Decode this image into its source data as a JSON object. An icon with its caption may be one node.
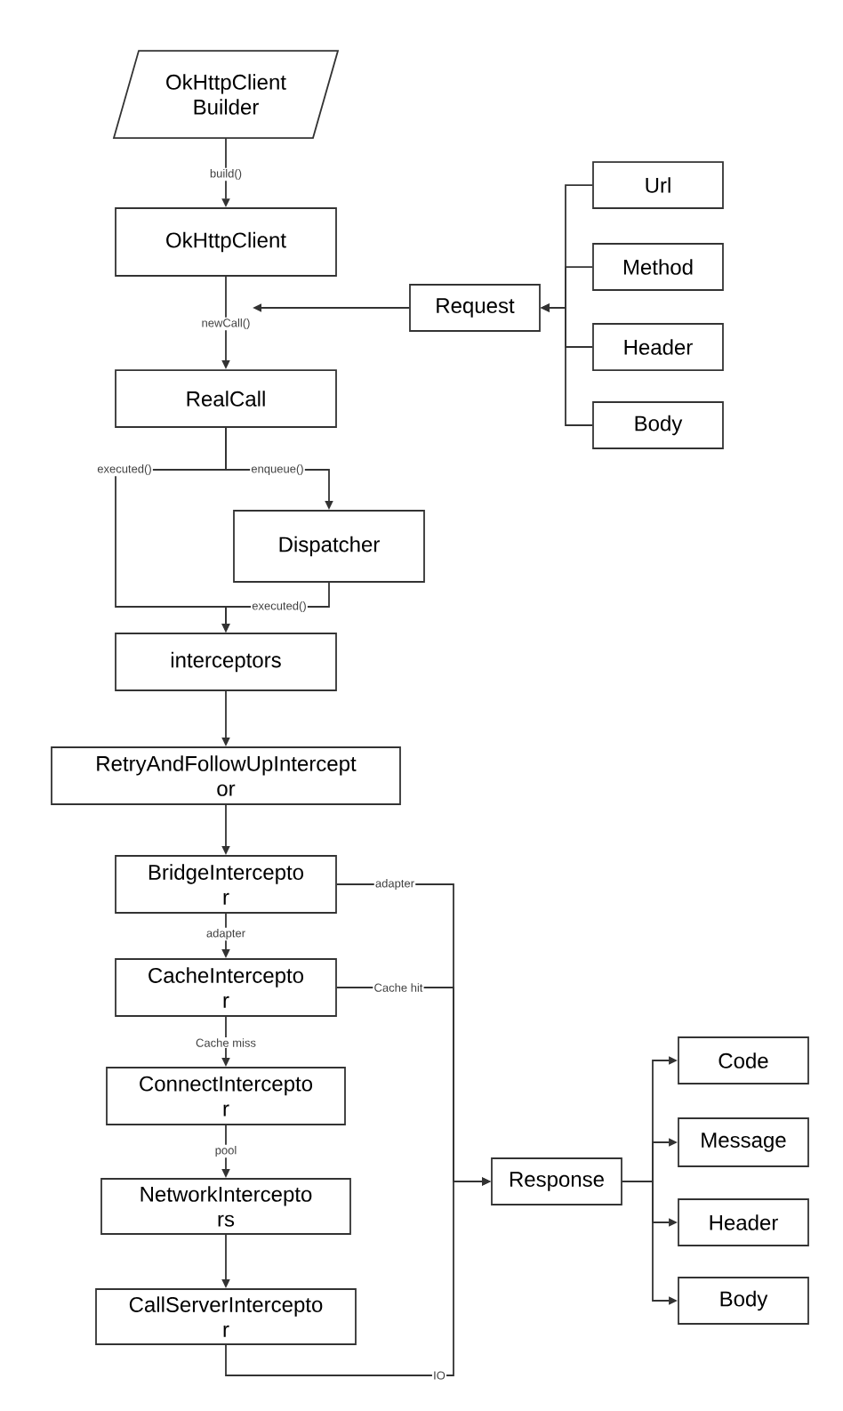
{
  "diagram": {
    "nodes": [
      {
        "text": [
          "OkHttpClient Builder"
        ]
      },
      {
        "text": [
          "OkHttpClient"
        ]
      },
      {
        "text": [
          "RealCall"
        ]
      },
      {
        "text": [
          "Request"
        ]
      },
      {
        "text": [
          "Url"
        ]
      },
      {
        "text": [
          "Method"
        ]
      },
      {
        "text": [
          "Header"
        ]
      },
      {
        "text": [
          "Body"
        ]
      },
      {
        "text": [
          "Dispatcher"
        ]
      },
      {
        "text": [
          "interceptors"
        ]
      },
      {
        "text": [
          "RetryAndFollowUpIntercept or"
        ]
      },
      {
        "text": [
          "BridgeIntercepto r"
        ]
      },
      {
        "text": [
          "CacheIntercepto r"
        ]
      },
      {
        "text": [
          "ConnectIntercepto r"
        ]
      },
      {
        "text": [
          "NetworkIntercepto rs"
        ]
      },
      {
        "text": [
          "CallServerIntercepto r"
        ]
      },
      {
        "text": [
          "Response"
        ]
      },
      {
        "text": [
          "Code"
        ]
      },
      {
        "text": [
          "Message"
        ]
      },
      {
        "text": [
          "Header"
        ]
      },
      {
        "text": [
          "Body"
        ]
      }
    ],
    "edges": [
      {
        "from": 0,
        "to": 1,
        "arrow": "to",
        "label": "build()"
      },
      {
        "from": 1,
        "to": 2,
        "arrow": "to",
        "label": "newCall()"
      },
      {
        "from": 3,
        "to": null,
        "arrow": "to"
      },
      {
        "from": 4,
        "to": 3,
        "arrow": "to"
      },
      {
        "from": 5,
        "to": 3,
        "arrow": "to"
      },
      {
        "from": 6,
        "to": 3,
        "arrow": "to"
      },
      {
        "from": 7,
        "to": 3,
        "arrow": "to"
      },
      {
        "from": 2,
        "to": 8,
        "arrow": "to",
        "label": "enqueue()"
      },
      {
        "from": 2,
        "to": 9,
        "arrow": "to",
        "label": "executed()"
      },
      {
        "from": 8,
        "to": 9,
        "arrow": "to",
        "label": "executed()"
      },
      {
        "from": 9,
        "to": 10,
        "arrow": "to"
      },
      {
        "from": 10,
        "to": 11,
        "arrow": "to"
      },
      {
        "from": 11,
        "to": 12,
        "arrow": "to",
        "label": "adapter"
      },
      {
        "from": 12,
        "to": 13,
        "arrow": "to",
        "label": "Cache miss"
      },
      {
        "from": 13,
        "to": 14,
        "arrow": "to",
        "label": "pool"
      },
      {
        "from": 14,
        "to": 15,
        "arrow": "to"
      },
      {
        "from": 11,
        "to": 16,
        "arrow": "to",
        "label": "adapter"
      },
      {
        "from": 12,
        "to": 16,
        "arrow": "to",
        "label": "Cache hit"
      },
      {
        "from": 15,
        "to": 16,
        "arrow": "to",
        "label": "IO"
      },
      {
        "from": 16,
        "to": 17,
        "arrow": "to"
      },
      {
        "from": 16,
        "to": 18,
        "arrow": "to"
      },
      {
        "from": 16,
        "to": 19,
        "arrow": "to"
      },
      {
        "from": 16,
        "to": 20,
        "arrow": "to"
      }
    ]
  }
}
